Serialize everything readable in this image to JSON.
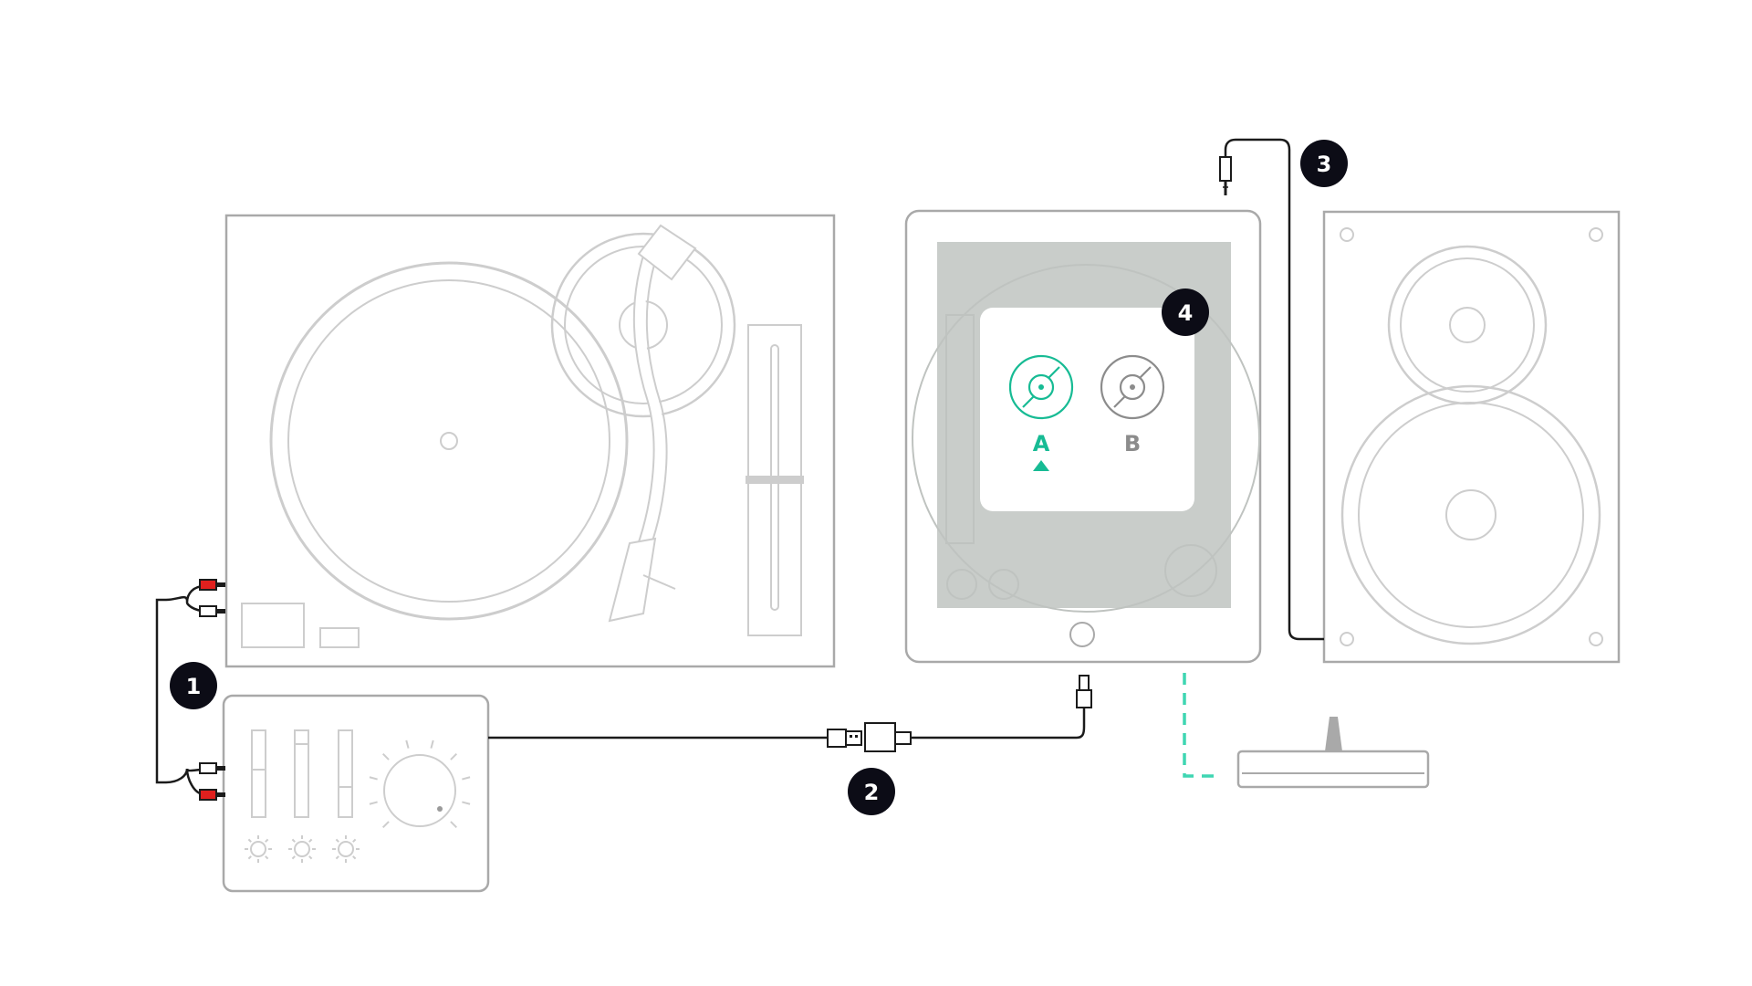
{
  "colors": {
    "outline": "#cdcdcd",
    "device_border": "#a9a9a9",
    "cable": "#1b1b1b",
    "badge": "#0c0c16",
    "accent": "#17bb94",
    "dashed_link": "#3fd6b2",
    "rca_red": "#e0201e",
    "screen_bg": "#c9cdca",
    "deck_b": "#8c8c8c"
  },
  "steps": [
    {
      "number": "1"
    },
    {
      "number": "2"
    },
    {
      "number": "3"
    },
    {
      "number": "4"
    }
  ],
  "decks": [
    {
      "label": "A",
      "active": true,
      "icon": "vinyl-disc-icon"
    },
    {
      "label": "B",
      "active": false,
      "icon": "vinyl-disc-icon"
    }
  ]
}
